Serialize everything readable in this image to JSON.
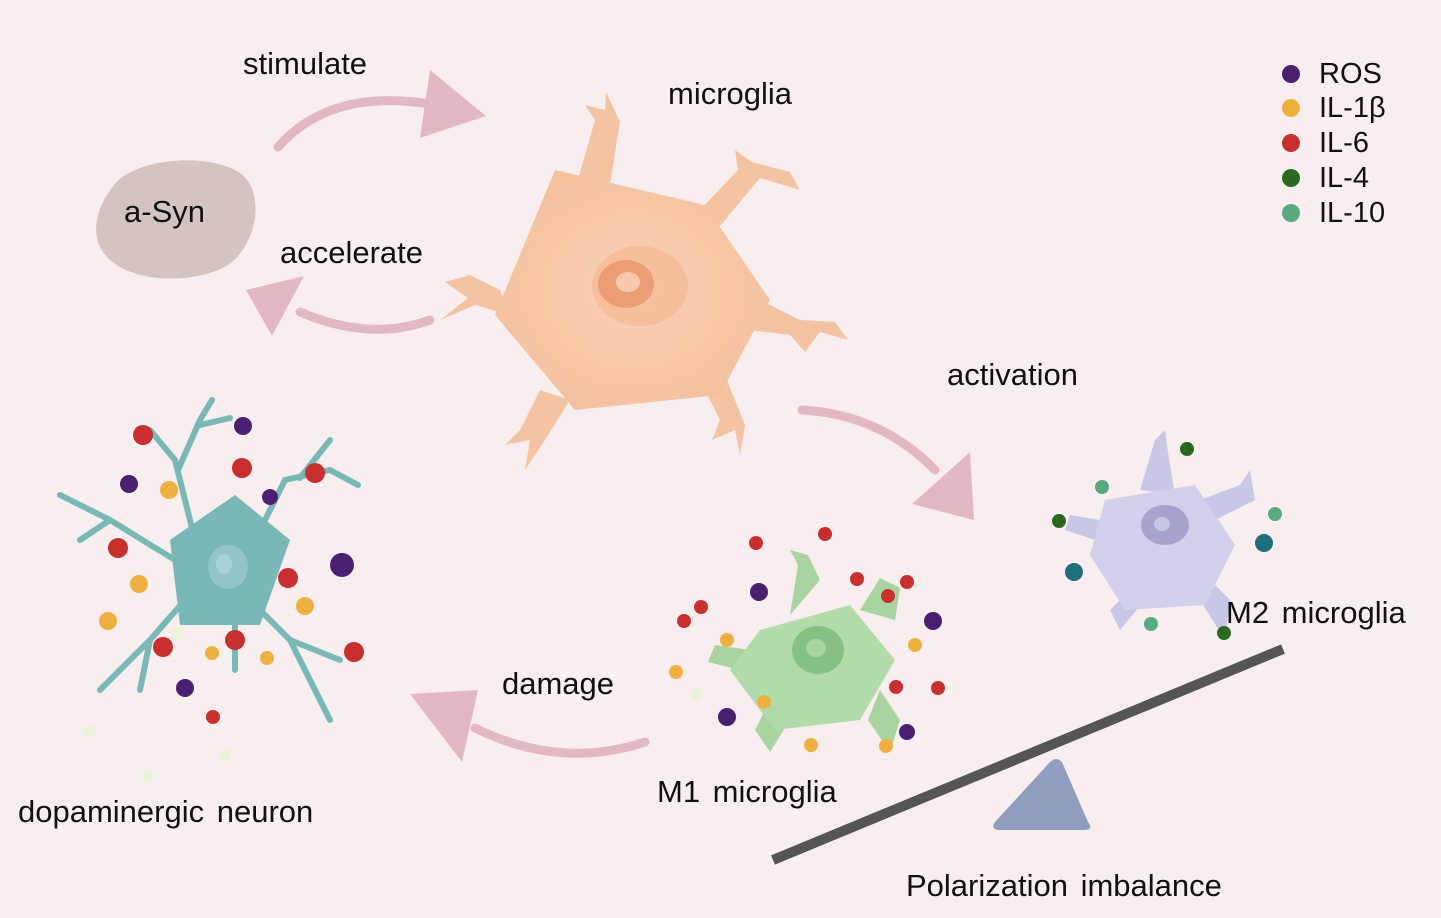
{
  "labels": {
    "stimulate": "stimulate",
    "microglia": "microglia",
    "asyn": "a-Syn",
    "accelerate": "accelerate",
    "activation": "activation",
    "damage": "damage",
    "m1": "M1 microglia",
    "m2": "M2 microglia",
    "neuron": "dopaminergic neuron",
    "imbalance": "Polarization imbalance"
  },
  "legend": [
    {
      "label": "ROS",
      "color": "#4a2070"
    },
    {
      "label": "IL-1β",
      "color": "#f0b040"
    },
    {
      "label": "IL-6",
      "color": "#c83030"
    },
    {
      "label": "IL-4",
      "color": "#2a6a20"
    },
    {
      "label": "IL-10",
      "color": "#5aaa80"
    }
  ],
  "colors": {
    "background": "#f9eeef",
    "arrow": "#e3b9c1",
    "microglia": "#f6c8a8",
    "neuron": "#7ab8b8",
    "m1": "#a8d4a0",
    "m2": "#c8c8e6",
    "asyn": "#d3c4c1",
    "seesaw": "#555555",
    "fulcrum": "#8f9ebf"
  }
}
